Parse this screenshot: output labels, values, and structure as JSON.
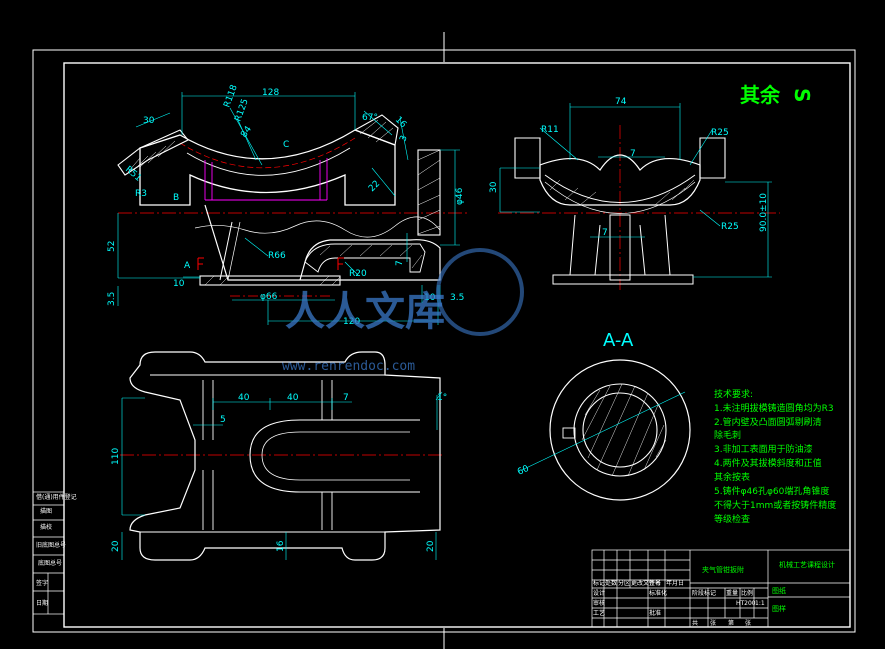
{
  "sheet": {
    "corner_label": "其余",
    "corner_symbol": "S",
    "section_label": "A-A"
  },
  "dims": {
    "d128": "128",
    "d30": "30",
    "dR118": "R118",
    "dR125": "R125",
    "d84": "84",
    "dC": "C",
    "d67": "67°",
    "d16": "16",
    "d3": "3",
    "dR51": "R51",
    "dR3": "R3",
    "dB": "B",
    "d22": "22",
    "d46": "φ46",
    "d52": "52",
    "d35": "3.5",
    "d10": "10",
    "dA": "A",
    "dR66": "R66",
    "dR20": "R20",
    "d60": "φ66",
    "d120": "120",
    "d10b": "10",
    "d35b": "3.5",
    "d7a": "7",
    "d74": "74",
    "dR11": "R11",
    "dR25a": "R25",
    "dR25b": "R25",
    "d30r": "30",
    "d7r": "7",
    "d7r2": "7",
    "d90": "90.0±10",
    "d40a": "40",
    "d40b": "40",
    "d7p": "7",
    "d5": "5",
    "d110": "110",
    "d20a": "20",
    "d16p": "16",
    "d20b": "20",
    "d1deg": "1°",
    "d60s": "60"
  },
  "tech": {
    "title": "技术要求:",
    "lines": [
      "1.未注明拔模铸造圆角均为R3",
      "2.管内壁及凸面圆弧剔刷清",
      "除毛刺",
      "3.非加工表面用于防油漆",
      "4.两件及其拔模斜度和正值",
      "其余按表",
      "5.铸件φ46孔φ60端孔角锥度",
      "不得大于1mm或者按铸件精度",
      "等级检查"
    ]
  },
  "titleblock": {
    "part_name": "夹气管钳扳附",
    "project": "机械工艺课程设计",
    "code_label": "图纸",
    "drawing_label": "图样",
    "cells": [
      "标记",
      "处数",
      "分区",
      "更改文件号",
      "签名",
      "年月日",
      "设计",
      "标准化",
      "审核",
      "工艺",
      "批准",
      "阶段标记",
      "重量",
      "比例",
      "共",
      "张",
      "第",
      "张",
      "1:1",
      "HT200"
    ]
  },
  "sidestrip": [
    "借(通)用件登记",
    "描图",
    "描校",
    "旧底图总号",
    "底图总号",
    "签字",
    "日期"
  ],
  "watermark": {
    "text": "人人文库",
    "url": "www.renrendoc.com"
  }
}
